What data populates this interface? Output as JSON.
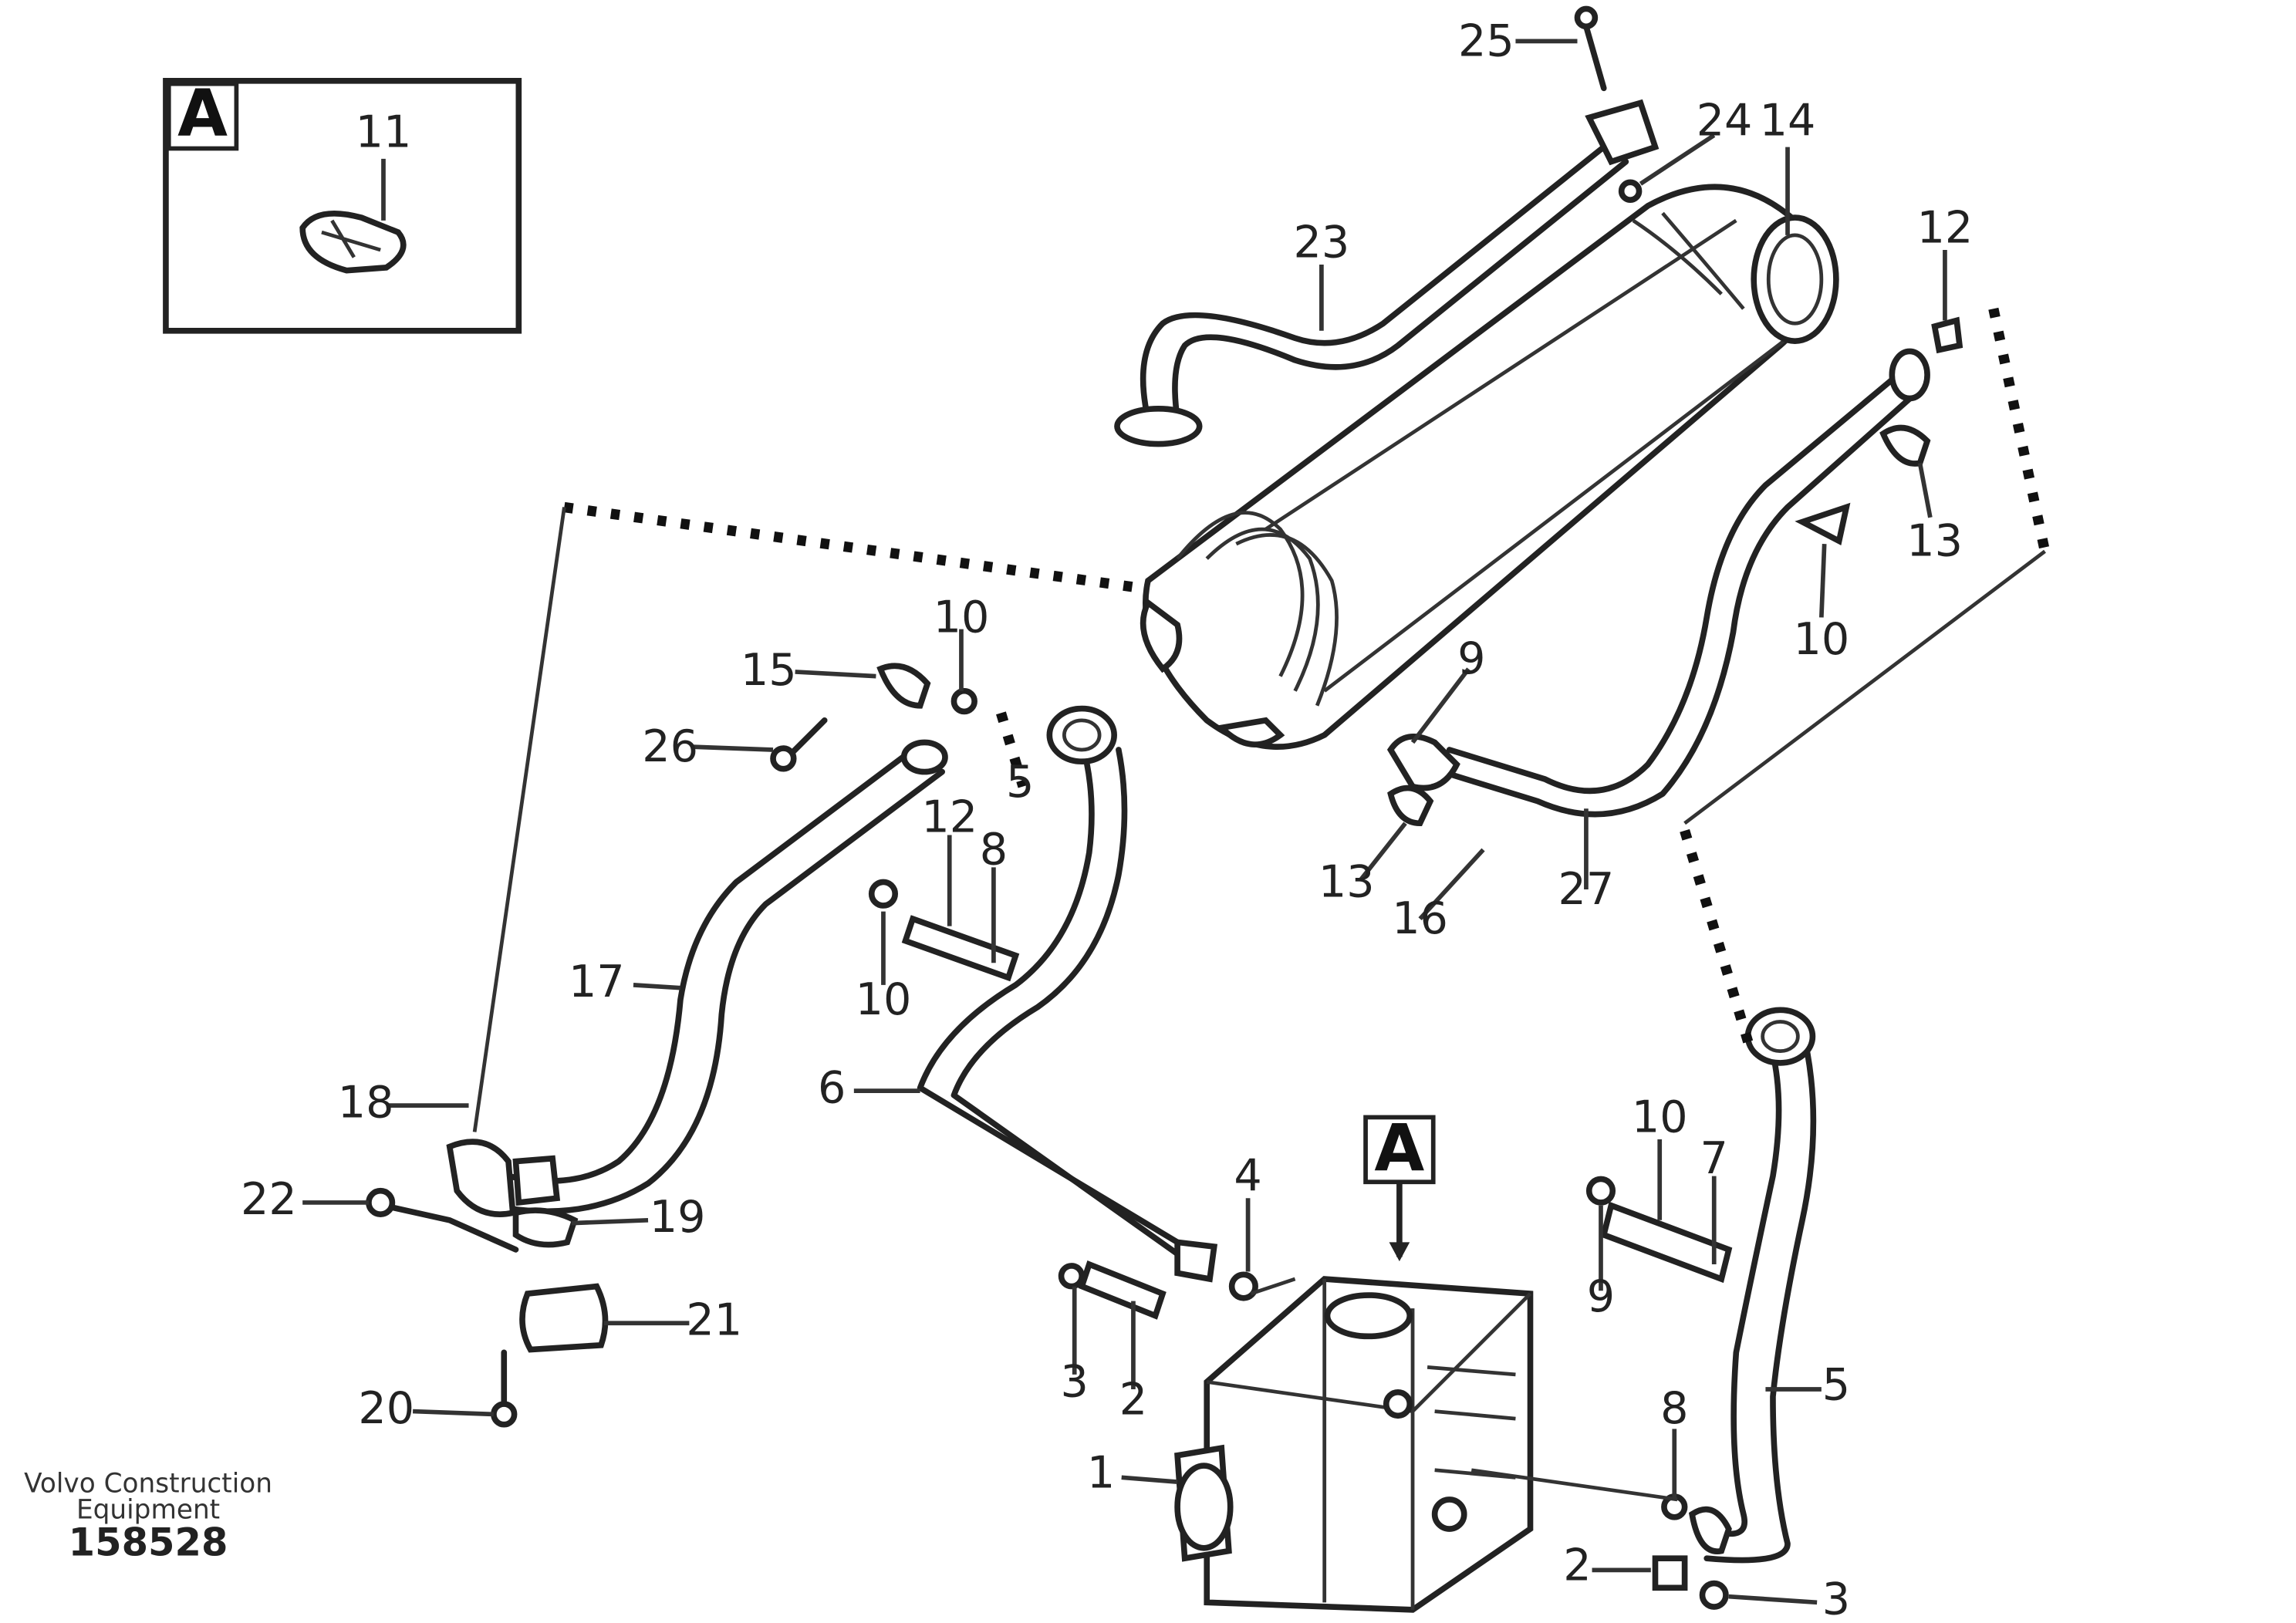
{
  "detail_view": {
    "callout": "A",
    "part_label": "11"
  },
  "detail_callout": "A",
  "labels": {
    "l25_top": "25",
    "l24": "24",
    "l14": "14",
    "l23": "23",
    "l12_top": "12",
    "l13_right": "13",
    "l10_right": "10",
    "l15_left": "15",
    "l26_left": "26",
    "l10_center": "10",
    "l5_center": "5",
    "l12_mid": "12",
    "l10_mid": "10",
    "l8_mid": "8",
    "l9_mid": "9",
    "l13_mid": "13",
    "l16": "16",
    "l27": "27",
    "l17": "17",
    "l6": "6",
    "l18": "18",
    "l22": "22",
    "l19": "19",
    "l21": "21",
    "l20": "20",
    "l4": "4",
    "l3_left": "3",
    "l2_left": "2",
    "l10_lower": "10",
    "l7": "7",
    "l9_lower": "9",
    "l5_right": "5",
    "l8_right": "8",
    "l1": "1",
    "l2_right": "2",
    "l3_right": "3"
  },
  "footer": {
    "small_line1": "Volvo Construction",
    "small_line2": "Equipment",
    "ref_code": "158528"
  }
}
